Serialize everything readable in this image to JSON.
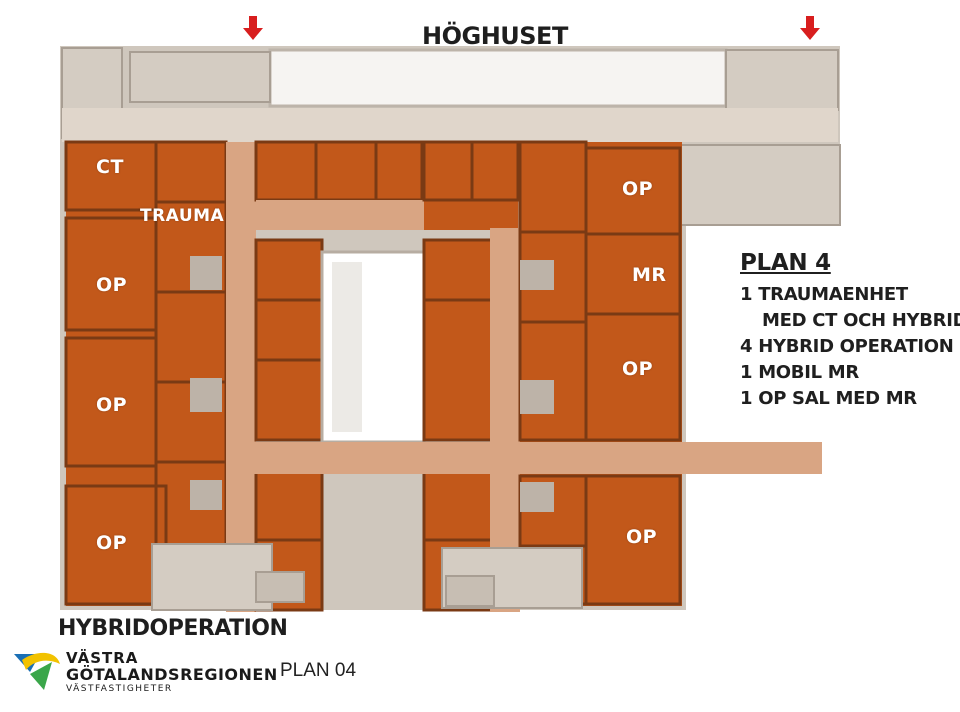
{
  "header": {
    "building_label": "HÖGHUSET"
  },
  "rooms": {
    "ct": "CT",
    "trauma": "TRAUMA",
    "op_left_1": "OP",
    "op_left_2": "OP",
    "op_left_3": "OP",
    "op_right_1": "OP",
    "mr": "MR",
    "op_right_2": "OP",
    "op_right_3": "OP"
  },
  "legend": {
    "title": "PLAN 4",
    "items": [
      "1  TRAUMAENHET",
      "MED CT OCH HYBRID",
      "4  HYBRID OPERATION",
      "1  MOBIL MR",
      "1  OP SAL MED MR"
    ]
  },
  "footer": {
    "title": "HYBRIDOPERATION",
    "plan_code": "PLAN 04",
    "logo_line1": "VÄSTRA",
    "logo_line2": "GÖTALANDSREGIONEN",
    "logo_line3": "VÄSTFASTIGHETER"
  },
  "icons": [
    "arrow-down-icon",
    "arrow-down-icon",
    "vgr-logo-icon"
  ],
  "colors": {
    "room_orange": "#c2581a",
    "corridor": "#d9a583",
    "wall": "#b8b0a6",
    "arrow": "#d81e1e"
  }
}
